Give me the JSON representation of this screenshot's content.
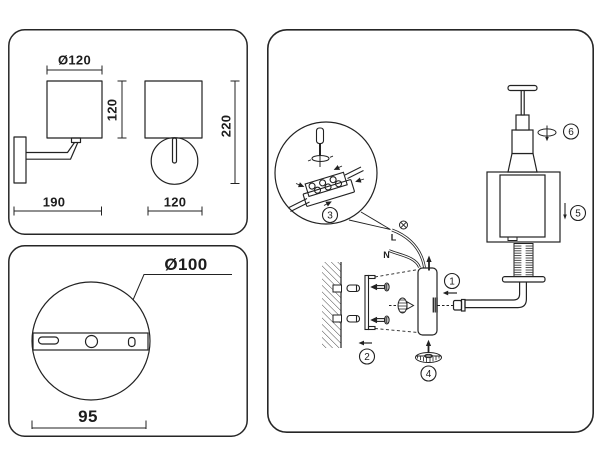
{
  "colors": {
    "line": "#222222",
    "background": "#ffffff"
  },
  "dimension_panel": {
    "shade_diameter": "Ø120",
    "shade_height": "120",
    "fixture_height": "220",
    "fixture_depth": "190",
    "shade_width": "120"
  },
  "canopy_panel": {
    "canopy_diameter": "Ø100",
    "hole_spacing": "95"
  },
  "installation_panel": {
    "wire_live": "L",
    "wire_neutral": "N",
    "steps": [
      "1",
      "2",
      "3",
      "4",
      "5",
      "6"
    ]
  }
}
